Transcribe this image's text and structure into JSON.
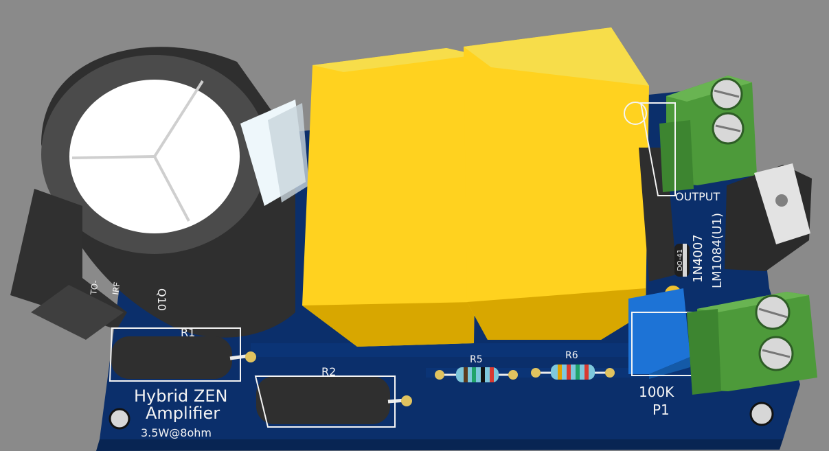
{
  "board": {
    "title_line1": "Hybrid ZEN",
    "title_line2": "Amplifier",
    "title_line3": "3.5W@8ohm"
  },
  "labels": {
    "r1": "R1",
    "r2": "R2",
    "r5": "R5",
    "r6": "R6",
    "pot_value": "100K",
    "pot_ref": "P1",
    "output": "OUTPUT",
    "diode_part": "1N4007",
    "regulator_part": "LM1084(U1)",
    "diode_package": "DO-41",
    "transistor_mark_1": "TO-",
    "transistor_mark_2": "IRF",
    "q_ref": "Q10"
  },
  "colors": {
    "background": "#8a8a8a",
    "pcb": "#0b2f6b",
    "relay": "#ffd21f",
    "terminal": "#4d9a3a",
    "silkscreen": "#f4f4f4",
    "capacitor": "#2f2f2f"
  }
}
